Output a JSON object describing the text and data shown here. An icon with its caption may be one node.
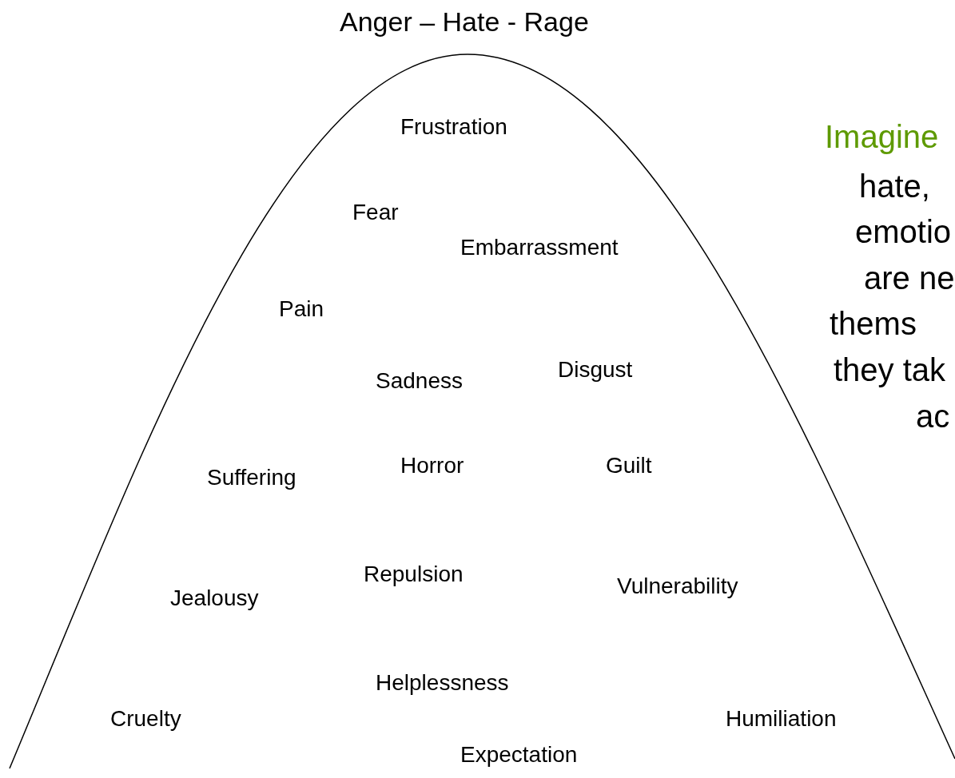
{
  "diagram": {
    "title": "Anger – Hate - Rage",
    "labels": [
      "Frustration",
      "Fear",
      "Embarrassment",
      "Pain",
      "Sadness",
      "Disgust",
      "Suffering",
      "Horror",
      "Guilt",
      "Repulsion",
      "Jealousy",
      "Vulnerability",
      "Helplessness",
      "Cruelty",
      "Humiliation",
      "Expectation",
      "Imagine",
      "hate,",
      "emotio",
      "are ne",
      "thems",
      "they tak",
      "ac"
    ]
  }
}
